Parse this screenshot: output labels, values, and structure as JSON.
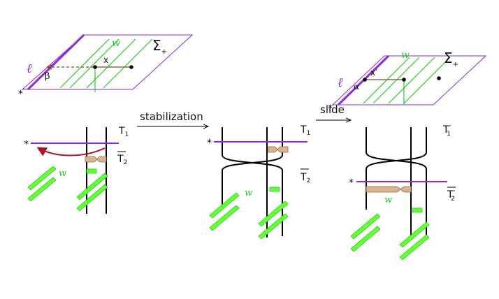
{
  "labels": {
    "stabilization": "stabilization",
    "slide": "slide",
    "sigma_plus": "Σ",
    "sigma_sub": "+",
    "T1": "T",
    "T1_sub": "1",
    "T2": "T",
    "T2_sub": "2",
    "T1_prime_sub": "1",
    "T2_prime_sub": "2",
    "prime": "′",
    "x": "x",
    "x_prime": "x′",
    "beta": "β",
    "alpha": "α",
    "ell": "ℓ",
    "w": "w",
    "star": "*"
  },
  "colors": {
    "purple": "#8a2be2",
    "green": "#22cc22",
    "green_fill": "#66ff33",
    "red": "#b0102a",
    "tan": "#d9b48f",
    "tan_stroke": "#8b6b4a",
    "black": "#000000",
    "brown": "#8b4513"
  }
}
